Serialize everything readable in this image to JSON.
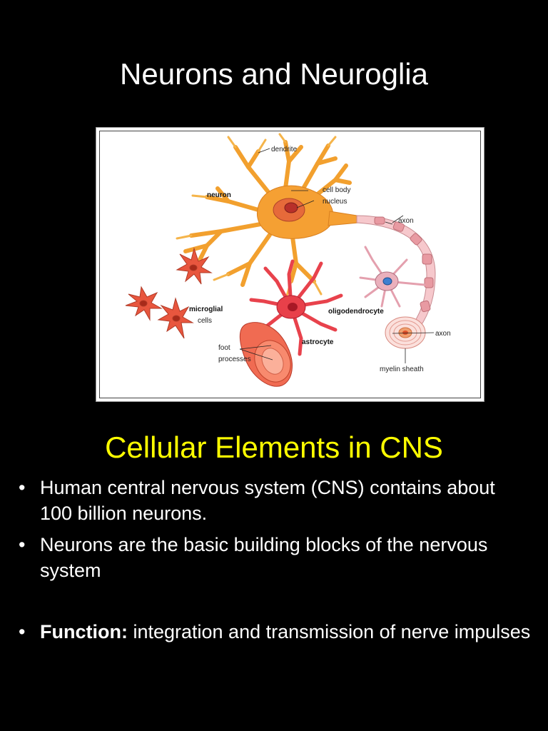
{
  "slide": {
    "title": "Neurons and Neuroglia",
    "subtitle": "Cellular Elements in CNS"
  },
  "figure": {
    "labels": {
      "dendrite": "dendrite",
      "neuron": "neuron",
      "cell_body": "cell body",
      "nucleus": "nucleus",
      "axon_top": "axon",
      "microglial": "microglial",
      "cells": "cells",
      "oligodendrocyte": "oligodendrocyte",
      "astrocyte": "astrocyte",
      "axon_bottom": "axon",
      "foot": "foot",
      "processes": "processes",
      "myelin_sheath": "myelin sheath"
    }
  },
  "bullets": [
    {
      "bullet": "•",
      "text": "Human central nervous system (CNS) contains about 100 billion neurons."
    },
    {
      "bullet": "•",
      "text": "Neurons are the basic building blocks of the nervous system"
    },
    {
      "bullet": "•",
      "bold": "Function:",
      "text": " integration and transmission of nerve impulses"
    }
  ],
  "colors": {
    "background": "#000000",
    "title": "#ffffff",
    "subtitle": "#ffff00",
    "neuron": "#f5a033",
    "microglia": "#e8563e",
    "astrocyte": "#e8404a",
    "oligodendrocyte": "#f4c0c8"
  }
}
